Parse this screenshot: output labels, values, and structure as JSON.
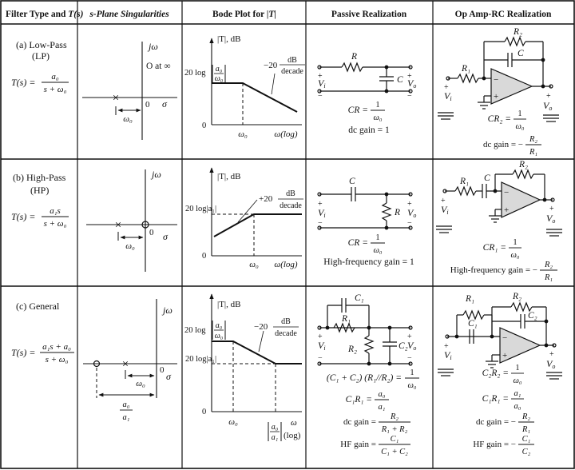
{
  "headers": {
    "filter_type_prefix": "Filter Type and ",
    "filter_type_var": "T(s)",
    "s_plane": "s-Plane Singularities",
    "bode_prefix": "Bode Plot for ",
    "bode_var": "|T|",
    "passive": "Passive Realization",
    "opamp": "Op Amp-RC Realization"
  },
  "rows": [
    {
      "label": "(a) Low-Pass",
      "abbr": "(LP)",
      "tf_lhs": "T(s) =",
      "tf_num": "a₀",
      "tf_den": "s + ω₀",
      "splane": {
        "axis_label": "jω",
        "zero_note": "O at ∞",
        "origin": "0",
        "sigma": "σ",
        "w0": "ω₀"
      },
      "bode": {
        "ylabel": "|T|, dB",
        "level_lead": "20 log",
        "level_num": "a₀",
        "level_den": "ω₀",
        "zero": "0",
        "slope": "−20",
        "slope_num": "dB",
        "slope_den": "decade",
        "xtick": "ω₀",
        "xlabel": "ω(log)"
      },
      "passive": {
        "R": "R",
        "C": "C",
        "vi": "V",
        "vi_sub": "i",
        "vo": "V",
        "vo_sub": "o",
        "eq_lhs": "CR =",
        "eq_num": "1",
        "eq_den": "ω₀",
        "gain": "dc gain = 1"
      },
      "opamp": {
        "R2": "R₂",
        "C": "C",
        "R1": "R₁",
        "vi": "V",
        "vi_sub": "i",
        "vo": "V",
        "vo_sub": "o",
        "eq_lhs": "CR₂ =",
        "eq_num": "1",
        "eq_den": "ω₀",
        "gain_lhs": "dc gain = −",
        "gain_num": "R₂",
        "gain_den": "R₁"
      }
    },
    {
      "label": "(b) High-Pass",
      "abbr": "(HP)",
      "tf_lhs": "T(s) =",
      "tf_num": "a₁s",
      "tf_den": "s + ω₀",
      "splane": {
        "axis_label": "jω",
        "origin": "0",
        "sigma": "σ",
        "w0": "ω₀"
      },
      "bode": {
        "ylabel": "|T|, dB",
        "level": "20 log|a₁|",
        "zero": "0",
        "slope": "+20",
        "slope_num": "dB",
        "slope_den": "decade",
        "xtick": "ω₀",
        "xlabel": "ω(log)"
      },
      "passive": {
        "C": "C",
        "R": "R",
        "vi": "V",
        "vi_sub": "i",
        "vo": "V",
        "vo_sub": "o",
        "eq_lhs": "CR =",
        "eq_num": "1",
        "eq_den": "ω₀",
        "gain": "High-frequency gain = 1"
      },
      "opamp": {
        "R2": "R₂",
        "R1": "R₁",
        "C": "C",
        "vi": "V",
        "vi_sub": "i",
        "vo": "V",
        "vo_sub": "o",
        "eq_lhs": "CR₁ =",
        "eq_num": "1",
        "eq_den": "ω₀",
        "gain_lhs": "High-frequency gain = −",
        "gain_num": "R₂",
        "gain_den": "R₁"
      }
    },
    {
      "label": "(c) General",
      "tf_lhs": "T(s) =",
      "tf_num": "a₁s + a₀",
      "tf_den": "s + ω₀",
      "splane": {
        "axis_label": "jω",
        "origin": "0",
        "sigma": "σ",
        "w0": "ω₀",
        "zero_num": "a₀",
        "zero_den": "a₁"
      },
      "bode": {
        "ylabel": "|T|, dB",
        "level1_lead": "20 log",
        "level1_num": "a₀",
        "level1_den": "ω₀",
        "level2": "20 log|a₁|",
        "zero": "0",
        "slope": "−20",
        "slope_num": "dB",
        "slope_den": "decade",
        "xtick1": "ω₀",
        "xtick2_num": "a₀",
        "xtick2_den": "a₁",
        "xlabel_w": "ω",
        "xlabel_log": "(log)"
      },
      "passive": {
        "C1": "C₁",
        "R1": "R₁",
        "R2": "R₂",
        "C2": "C₂",
        "vi": "V",
        "vi_sub": "i",
        "vo": "V",
        "vo_sub": "o",
        "eq1_lhs": "(C₁ + C₂) (R₁//R₂) =",
        "eq1_num": "1",
        "eq1_den": "ω₀",
        "eq2_lhs": "C₁R₁ =",
        "eq2_num": "a₀",
        "eq2_den": "a₁",
        "eq3_lhs": "dc gain =",
        "eq3_num": "R₂",
        "eq3_den": "R₁ + R₂",
        "eq4_lhs": "HF gain =",
        "eq4_num": "C₁",
        "eq4_den": "C₁ + C₂"
      },
      "opamp": {
        "R1": "R₁",
        "C1": "C₁",
        "R2": "R₂",
        "C2": "C₂",
        "vi": "V",
        "vi_sub": "i",
        "vo": "V",
        "vo_sub": "o",
        "eq1_lhs": "C₂R₂ =",
        "eq1_num": "1",
        "eq1_den": "ω₀",
        "eq2_lhs": "C₁R₁ =",
        "eq2_num": "a₁",
        "eq2_den": "a₀",
        "eq3_lhs": "dc gain = −",
        "eq3_num": "R₂",
        "eq3_den": "R₁",
        "eq4_lhs": "HF gain = −",
        "eq4_num": "C₁",
        "eq4_den": "C₂"
      }
    }
  ]
}
